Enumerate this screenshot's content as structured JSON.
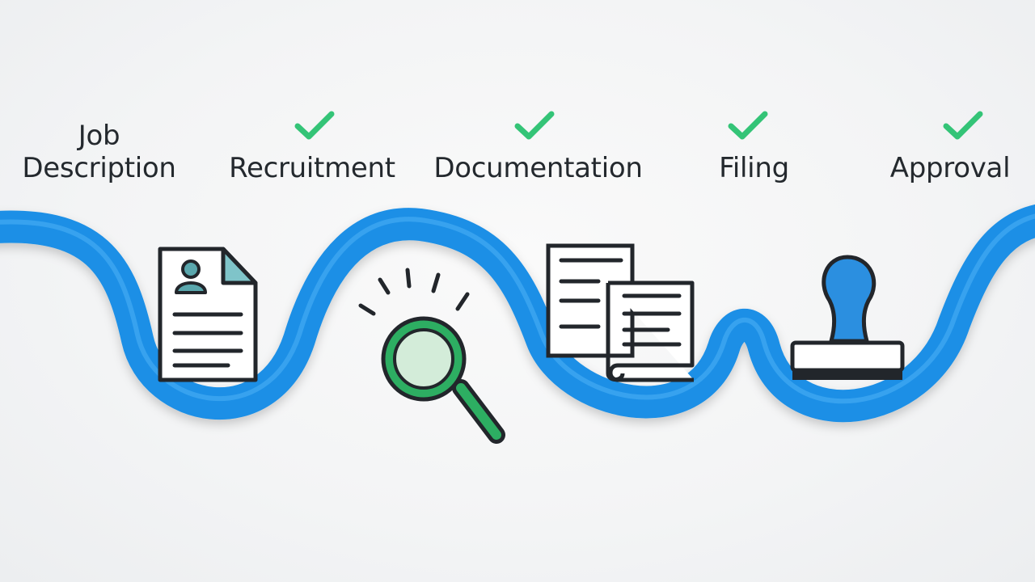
{
  "steps": [
    {
      "label_line1": "Job",
      "label_line2": "Description",
      "checked": false,
      "icon": "resume-document-icon"
    },
    {
      "label": "Recruitment",
      "checked": true,
      "icon": "magnifying-glass-icon"
    },
    {
      "label": "Documentation",
      "checked": true,
      "icon": "stacked-documents-icon"
    },
    {
      "label": "Filing",
      "checked": true,
      "icon": "filing-scroll-icon"
    },
    {
      "label": "Approval",
      "checked": true,
      "icon": "rubber-stamp-icon"
    }
  ],
  "colors": {
    "path_blue": "#1a8fe6",
    "check_green": "#34c477",
    "lens_green": "#2dae62",
    "stamp_blue": "#2b8fe0",
    "stroke_dark": "#22262b"
  }
}
